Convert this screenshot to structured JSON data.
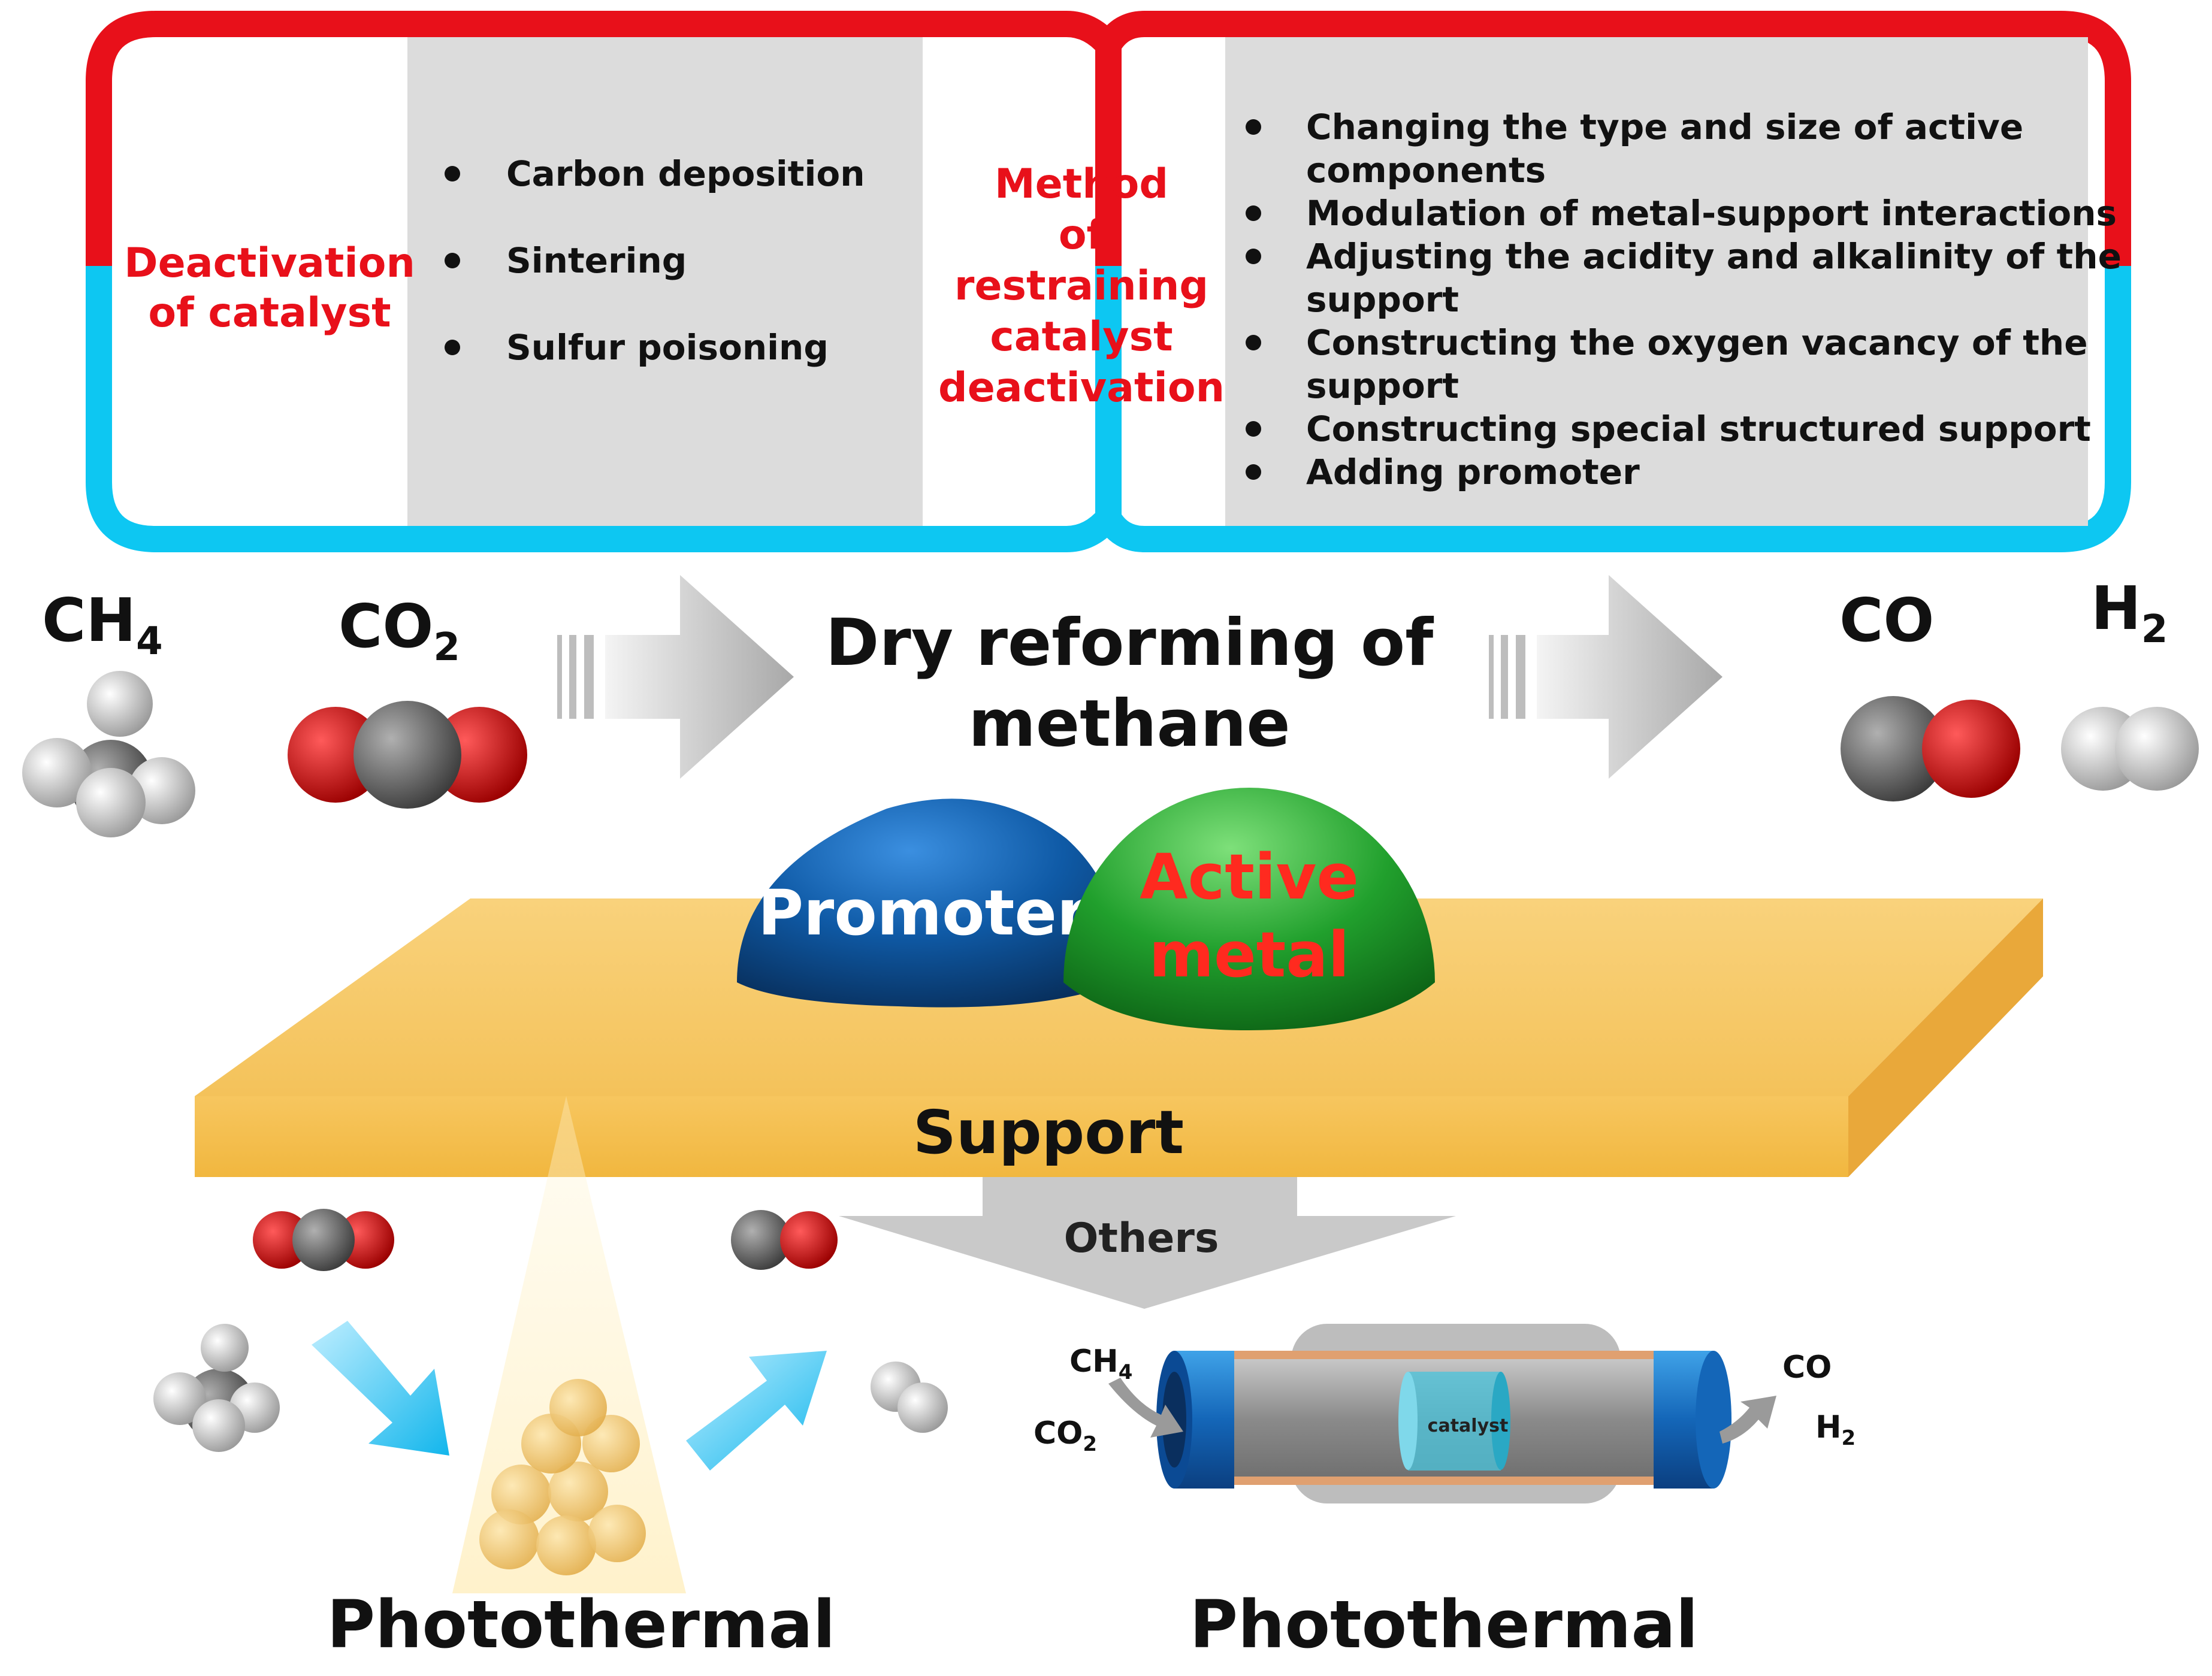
{
  "colors": {
    "deactivation": "#e8101a",
    "restraint": "#0dc7f2",
    "panel_gray": "#dcdcdc",
    "support": "#f6c45c",
    "promoter": "#0d4f9a",
    "active_metal": "#1f9e2c",
    "arrow_gray": "#b8b8b8",
    "light_blue_arrow": "#2cc0ee"
  },
  "top_panel": {
    "deactivation_title_line1": "Deactivation",
    "deactivation_title_line2": "of catalyst",
    "deactivation_causes": [
      "Carbon deposition",
      "Sintering",
      "Sulfur poisoning"
    ],
    "method_title_lines": [
      "Method",
      "of",
      "restraining",
      "catalyst",
      "deactivation"
    ],
    "method_items": [
      [
        "Changing the type and size of active",
        "components"
      ],
      [
        "Modulation of metal-support interactions"
      ],
      [
        "Adjusting the acidity and alkalinity of the",
        "support"
      ],
      [
        "Constructing the oxygen vacancy of the",
        "support"
      ],
      [
        "Constructing special structured support"
      ],
      [
        "Adding promoter"
      ]
    ]
  },
  "reaction": {
    "reactant_ch4": "CH",
    "reactant_ch4_sub": "4",
    "reactant_co2": "CO",
    "reactant_co2_sub": "2",
    "process_line1": "Dry  reforming of",
    "process_line2": "methane",
    "product_co": "CO",
    "product_h2": "H",
    "product_h2_sub": "2"
  },
  "catalyst": {
    "promoter_label": "Promoter",
    "active_metal_line1": "Active",
    "active_metal_line2": "metal",
    "support_label": "Support"
  },
  "bottom": {
    "others_label": "Others",
    "photothermal_left": "Photothermal",
    "photothermal_right": "Photothermal",
    "reactor": {
      "in_ch4": "CH",
      "in_ch4_sub": "4",
      "in_co2": "CO",
      "in_co2_sub": "2",
      "out_co": "CO",
      "out_h2": "H",
      "out_h2_sub": "2",
      "catalyst_label": "catalyst"
    }
  }
}
